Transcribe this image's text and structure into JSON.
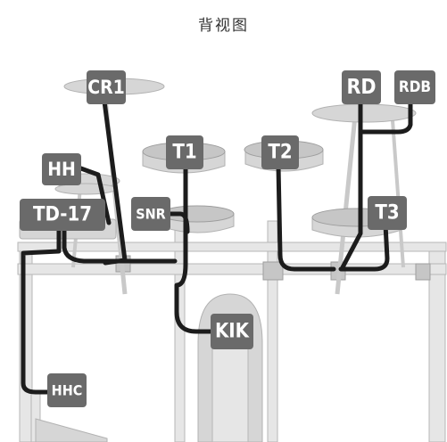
{
  "title": "背视图",
  "labels": {
    "cr1": "CR1",
    "rd": "RD",
    "rdb": "RDB",
    "hh": "HH",
    "t1": "T1",
    "t2": "T2",
    "td17": "TD-17",
    "snr": "SNR",
    "t3": "T3",
    "kik": "KIK",
    "hhc": "HHC"
  }
}
